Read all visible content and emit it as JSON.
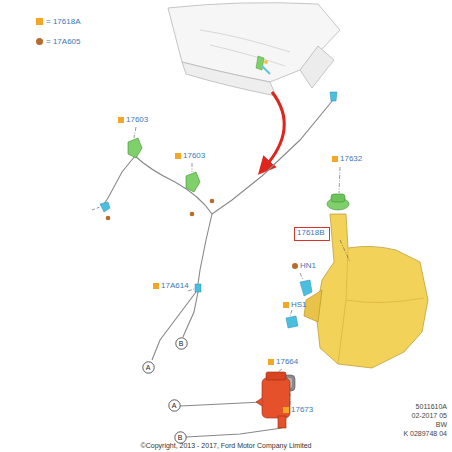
{
  "diagram": {
    "nodes": [
      {
        "text": [
          "17618B"
        ]
      },
      {
        "text": [
          "B"
        ]
      },
      {
        "text": [
          "A"
        ]
      },
      {
        "text": [
          "A"
        ]
      },
      {
        "text": [
          "B"
        ]
      }
    ],
    "labels": [
      "17603",
      "17603",
      "17632",
      "HN1",
      "HS1",
      "17A614",
      "17664",
      "17673",
      "5011610A",
      "02-2017 05",
      "BW",
      "K 0289748 04",
      "©Copyright, 2013 - 2017, Ford Motor Company Limited"
    ],
    "legend": [
      {
        "text": "= 17618A",
        "color": "#f5a623"
      },
      {
        "text": "= 17A605",
        "color": "#b86a2a"
      }
    ]
  }
}
